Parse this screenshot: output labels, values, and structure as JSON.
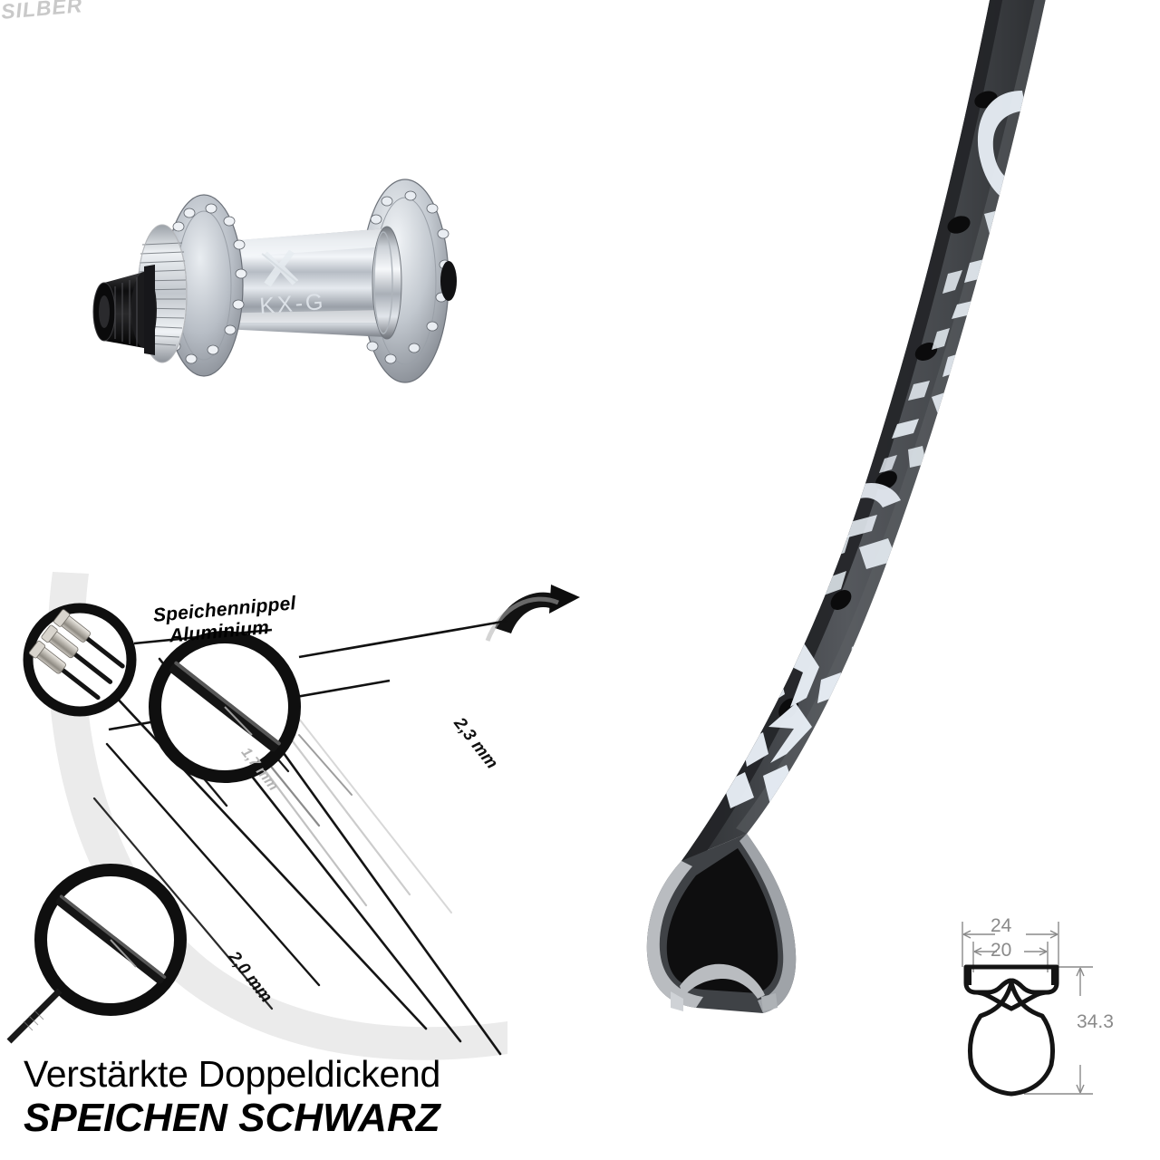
{
  "product": {
    "headline_line1": "Verstärkte Doppeldickend",
    "headline_line2": "SPEICHEN SCHWARZ"
  },
  "hub": {
    "brand_mark": "X",
    "model_text": "KX-G",
    "finish_color": "#c8cbd0",
    "axle_color": "#1a1a1a"
  },
  "rim": {
    "body_color": "#4a4c50",
    "decal_color": "#e8eef5",
    "inner_color": "#141414"
  },
  "spoke_diagram": {
    "nipple_label_line1": "Speichennippel",
    "nipple_label_line2": "Aluminium",
    "nipple_label_line3": "SILBER",
    "callouts": [
      {
        "id": "thick-end",
        "value": "2,3 mm"
      },
      {
        "id": "mid-section",
        "value": "1,7 mm"
      },
      {
        "id": "thread-end",
        "value": "2,0 mm"
      }
    ],
    "spoke_color": "#111111",
    "nipple_color": "#b9b5ad",
    "arc_color": "#e9e9e9"
  },
  "rim_section": {
    "dim_outer_width": "24",
    "dim_inner_width": "20",
    "dim_height": "34.3",
    "dim_color": "#8a8a8a",
    "profile_color": "#111111"
  }
}
